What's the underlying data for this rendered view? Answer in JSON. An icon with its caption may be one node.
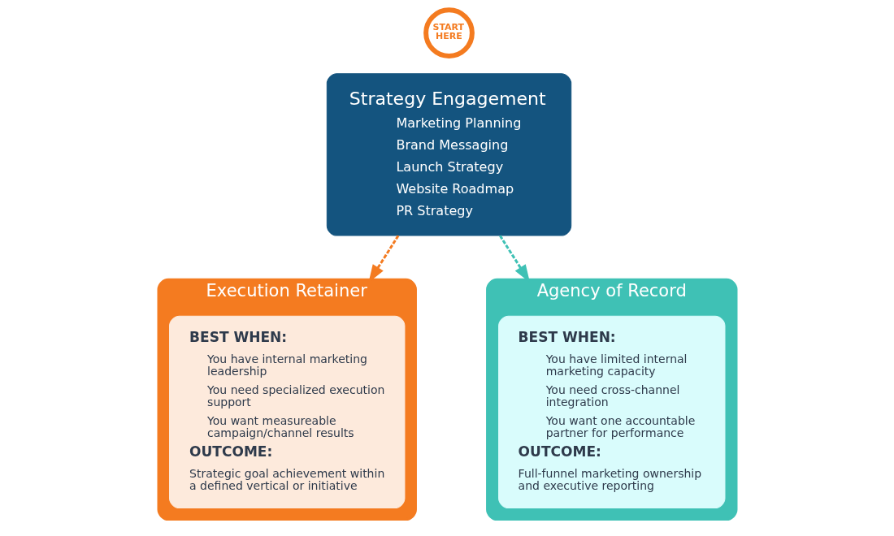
{
  "diagram": {
    "nodes": [
      {
        "text": [
          "START HERE"
        ]
      },
      {
        "text": [
          "Strategy Engagement",
          "Marketing Planning",
          "Brand Messaging",
          "Launch Strategy",
          "Website Roadmap",
          "PR Strategy"
        ]
      },
      {
        "text": [
          "Execution Retainer"
        ]
      },
      {
        "text": [
          "BEST WHEN:",
          "You have internal marketing leadership",
          "You need specialized execution support",
          "You want measureable campaign/channel results",
          "OUTCOME:",
          "Strategic goal achievement within a defined vertical or initiative"
        ],
        "in": 2
      },
      {
        "text": [
          "Agency of Record"
        ]
      },
      {
        "text": [
          "BEST WHEN:",
          "You have limited internal marketing capacity",
          "You need cross-channel integration",
          "You want one accountable partner for performance",
          "OUTCOME:",
          "Full-funnel marketing ownership and executive reporting"
        ],
        "in": 4
      }
    ],
    "edges": [
      {
        "from": 1,
        "to": 2,
        "arrow": "to",
        "style": "dashed",
        "color": "#f47b20"
      },
      {
        "from": 1,
        "to": 4,
        "arrow": "to",
        "style": "dashed",
        "color": "#3fc1b5"
      }
    ]
  }
}
